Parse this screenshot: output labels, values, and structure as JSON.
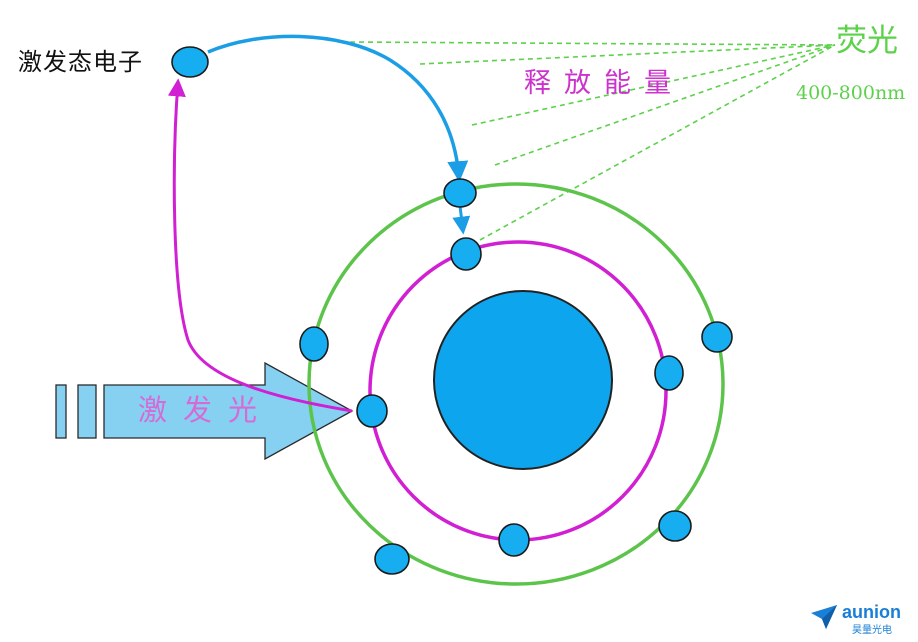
{
  "labels": {
    "excited_electron": "激发态电子",
    "release_energy": "释放能量",
    "fluorescence": "荧光",
    "wavelength": "400-800nm",
    "excitation_light": "激发光"
  },
  "logo": {
    "name": "aunion",
    "subtitle": "昊量光电"
  },
  "colors": {
    "nucleus": "#0ea5ef",
    "electron": "#16aef0",
    "outer_orbit": "#5cc44a",
    "inner_orbit": "#d11fd3",
    "excitation_path": "#d11fd3",
    "relaxation_path": "#1b9ee6",
    "emission_rays": "#5cd14a",
    "excitation_arrow": "#86d1f2"
  },
  "icons": {
    "logo": "paper-plane-icon"
  }
}
